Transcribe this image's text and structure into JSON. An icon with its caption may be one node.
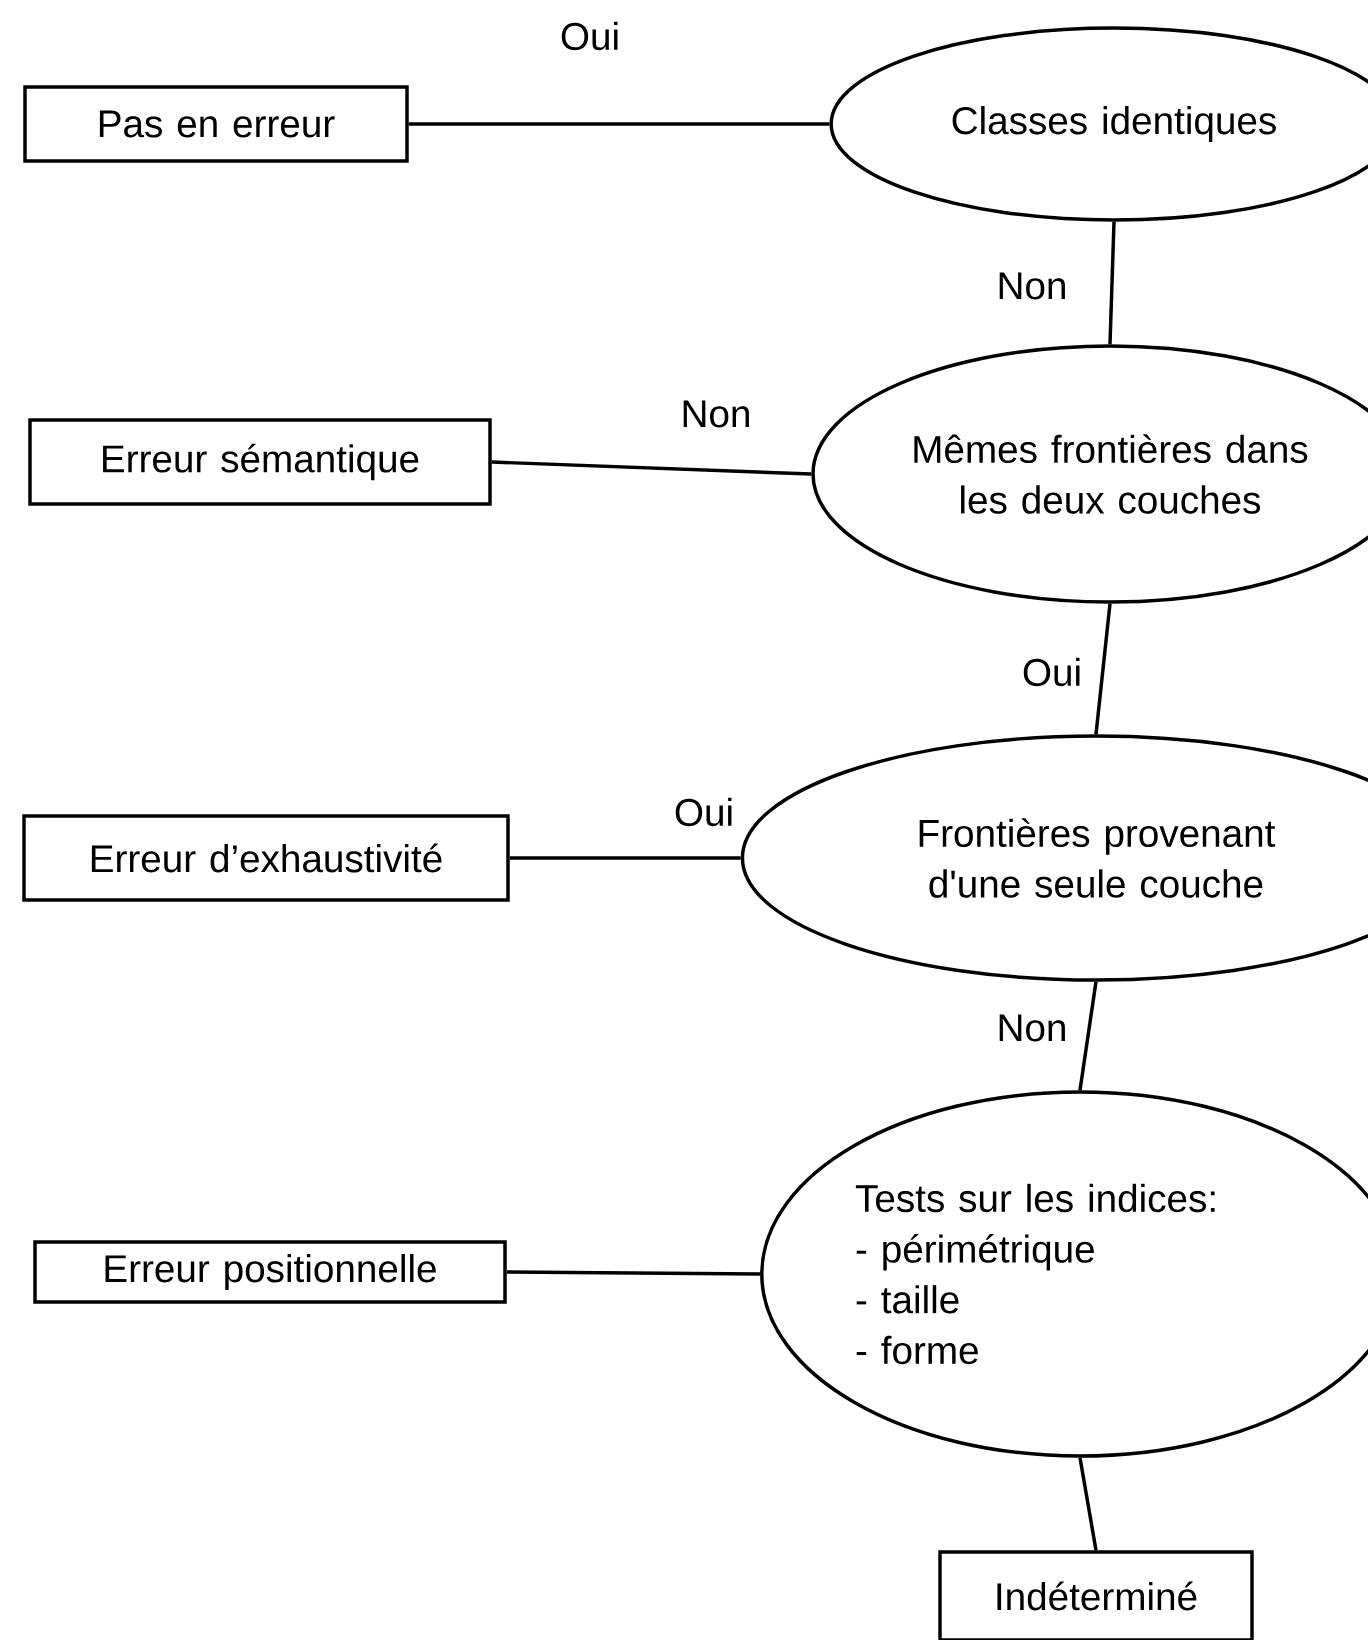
{
  "diagram": {
    "nodes": [
      {
        "text": [
          "Pas en erreur"
        ]
      },
      {
        "text": [
          "Classes identiques"
        ]
      },
      {
        "text": [
          "Erreur sémantique"
        ]
      },
      {
        "text": [
          "Mêmes frontières dans les deux couches"
        ]
      },
      {
        "text": [
          "Erreur d’exhaustivité"
        ]
      },
      {
        "text": [
          "Frontières provenant d'une seule couche"
        ]
      },
      {
        "text": [
          "Erreur positionnelle"
        ]
      },
      {
        "text": [
          "Tests sur les indices:",
          "- périmétrique",
          "- taille",
          "- forme"
        ]
      },
      {
        "text": [
          "Indéterminé"
        ]
      }
    ],
    "edges": [
      {
        "from": 1,
        "to": 0,
        "arrow": "none",
        "label": "Oui"
      },
      {
        "from": 1,
        "to": 3,
        "arrow": "none",
        "label": "Non"
      },
      {
        "from": 3,
        "to": 2,
        "arrow": "none",
        "label": "Non"
      },
      {
        "from": 3,
        "to": 5,
        "arrow": "none",
        "label": "Oui"
      },
      {
        "from": 5,
        "to": 4,
        "arrow": "none",
        "label": "Oui"
      },
      {
        "from": 5,
        "to": 7,
        "arrow": "none",
        "label": "Non"
      },
      {
        "from": 7,
        "to": 6,
        "arrow": "none"
      },
      {
        "from": 7,
        "to": 8,
        "arrow": "none"
      }
    ]
  }
}
